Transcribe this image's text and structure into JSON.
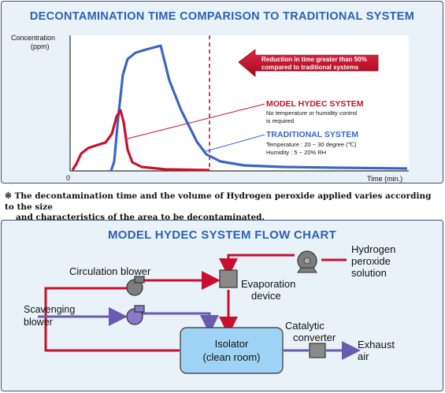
{
  "chart": {
    "title": "DECONTAMINATION TIME COMPARISON TO TRADITIONAL SYSTEM",
    "y_axis_label_line1": "Concentration",
    "y_axis_label_line2": "(ppm)",
    "x_axis_label": "Time  (min.)",
    "origin_label": "0",
    "arrow_text_line1": "Reduction in time greater than 50%",
    "arrow_text_line2": "compared to traditional systems",
    "hydec_label": "MODEL HYDEC SYSTEM",
    "hydec_note_line1": "No temperature or humidity control",
    "hydec_note_line2": "is required",
    "traditional_label": "TRADITIONAL SYSTEM",
    "traditional_temp": "Temperature : 20 ~ 30 degree (℃)",
    "traditional_humidity": "Humidity : 5 ~ 20% RH",
    "colors": {
      "hydec": "#c8102e",
      "traditional": "#3a66c4",
      "title": "#2a62b5"
    }
  },
  "footnote_line1": "※ The decontamination time and the volume of Hydrogen peroxide applied varies according to the size",
  "footnote_line2": "and characteristics of the area to be decontaminated.",
  "flowchart": {
    "title": "MODEL HYDEC SYSTEM FLOW CHART",
    "circulation_blower": "Circulation blower",
    "scavenging_blower_line1": "Scavenging",
    "scavenging_blower_line2": "blower",
    "evaporation_line1": "Evaporation",
    "evaporation_line2": "device",
    "hydrogen_line1": "Hydrogen",
    "hydrogen_line2": "peroxide",
    "hydrogen_line3": "solution",
    "isolator_line1": "Isolator",
    "isolator_line2": "(clean room)",
    "catalytic_line1": "Catalytic",
    "catalytic_line2": "converter",
    "exhaust_line1": "Exhaust",
    "exhaust_line2": "air",
    "colors": {
      "supply_line": "#c8102e",
      "exhaust_line": "#6a5ab0",
      "isolator_fill": "#9fd3f5"
    }
  }
}
